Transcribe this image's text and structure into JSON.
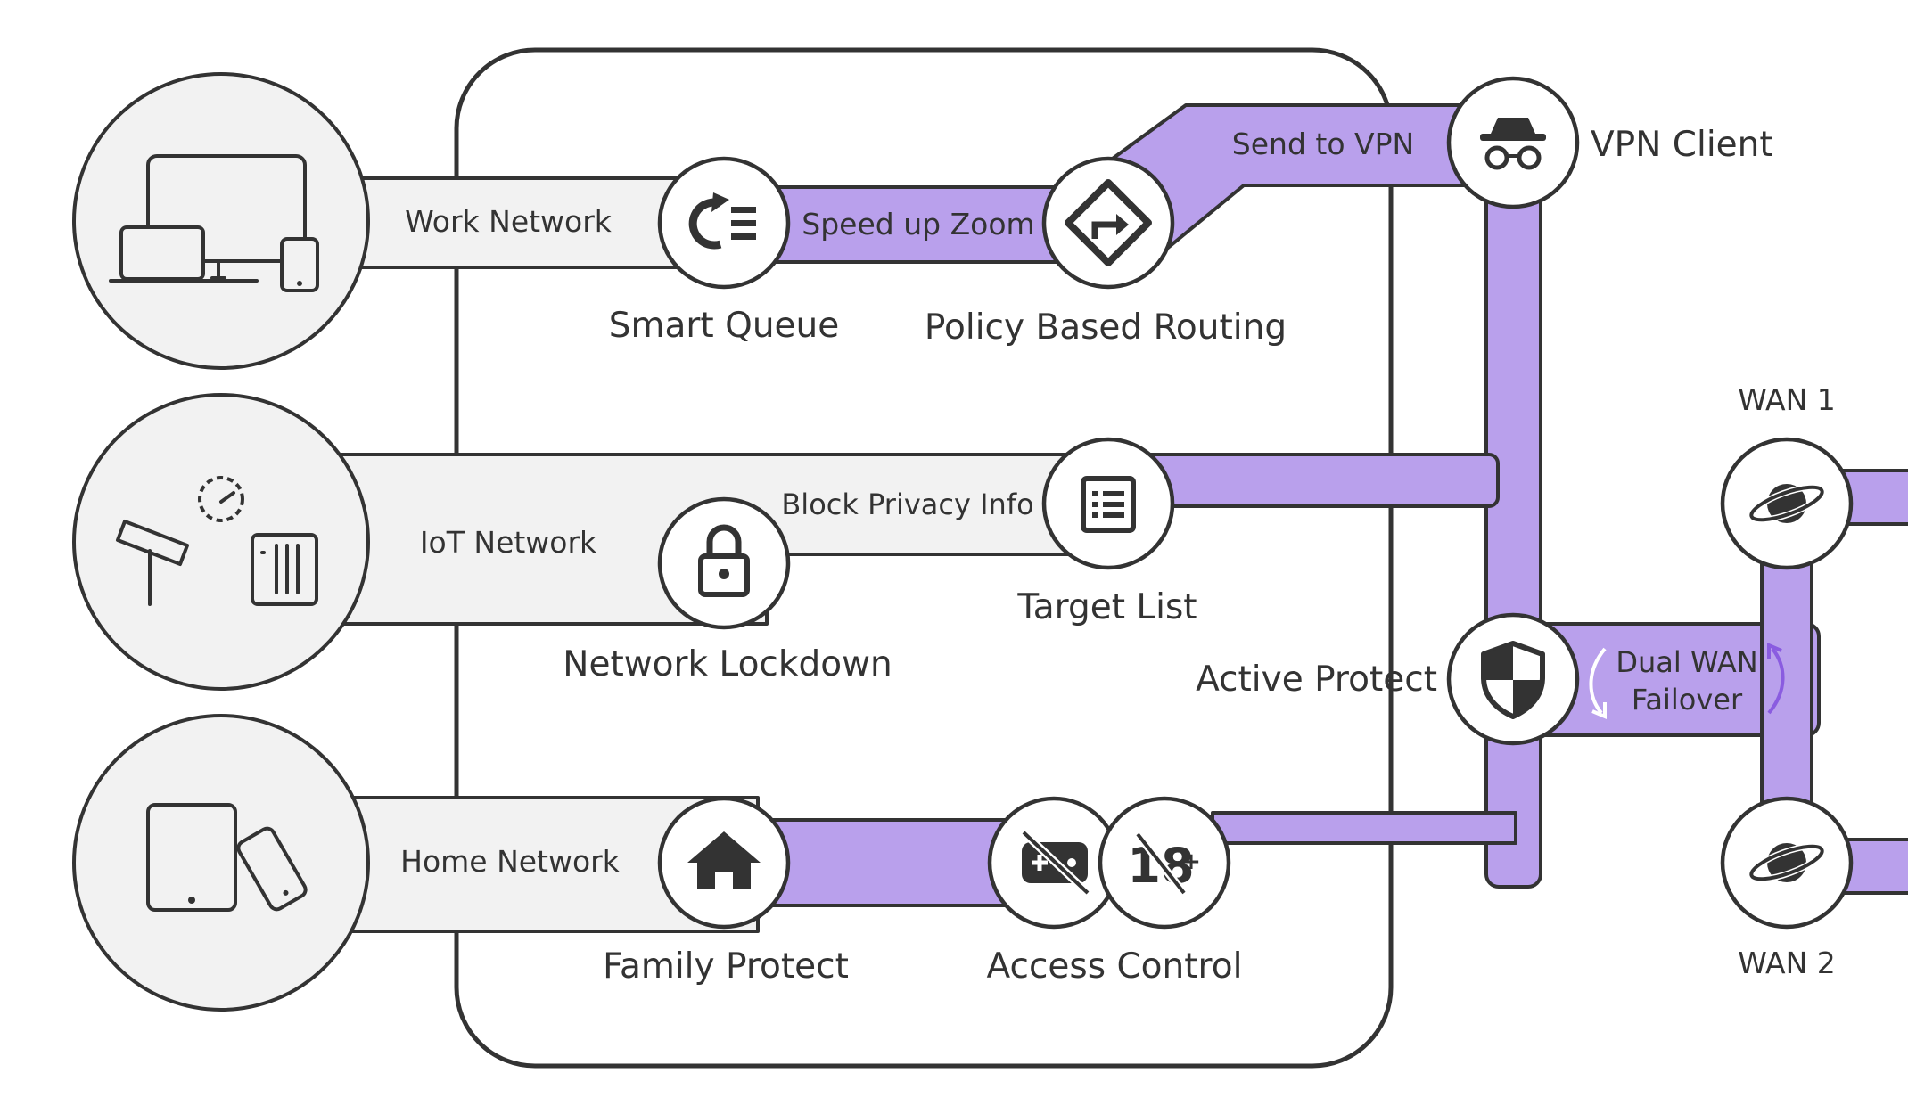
{
  "colors": {
    "lane_purple": "#b9a0ec",
    "lane_grey": "#f2f2f2",
    "outline": "#333333",
    "arrow_purple": "#8a5ce0"
  },
  "networks": {
    "work": {
      "label": "Work Network",
      "icons": [
        "desktop-monitor-icon",
        "laptop-icon",
        "phone-icon"
      ]
    },
    "iot": {
      "label": "IoT Network",
      "icons": [
        "camera-icon",
        "gauge-icon",
        "server-icon"
      ]
    },
    "home": {
      "label": "Home Network",
      "icons": [
        "tablet-icon",
        "phone-icon"
      ]
    }
  },
  "features": {
    "smart_queue": {
      "label": "Smart Queue",
      "icon": "smart-queue-icon"
    },
    "policy_routing": {
      "label": "Policy Based Routing",
      "icon": "route-sign-icon"
    },
    "vpn_client": {
      "label": "VPN Client",
      "icon": "spy-glasses-icon"
    },
    "network_lockdown": {
      "label": "Network Lockdown",
      "icon": "padlock-icon"
    },
    "target_list": {
      "label": "Target List",
      "icon": "list-icon"
    },
    "family_protect": {
      "label": "Family Protect",
      "icon": "house-icon"
    },
    "access_control": {
      "label": "Access Control",
      "icons": [
        "no-gaming-icon",
        "no-18-plus-icon"
      ]
    },
    "active_protect": {
      "label": "Active Protect",
      "icon": "shield-icon"
    }
  },
  "flows": {
    "speed_up_zoom": "Speed up Zoom",
    "send_to_vpn": "Send to VPN",
    "block_privacy_info": "Block Privacy Info",
    "dual_wan_line1": "Dual WAN",
    "dual_wan_line2": "Failover"
  },
  "wan": {
    "wan1": {
      "label": "WAN 1",
      "icon": "planet-icon"
    },
    "wan2": {
      "label": "WAN 2",
      "icon": "planet-icon"
    }
  }
}
